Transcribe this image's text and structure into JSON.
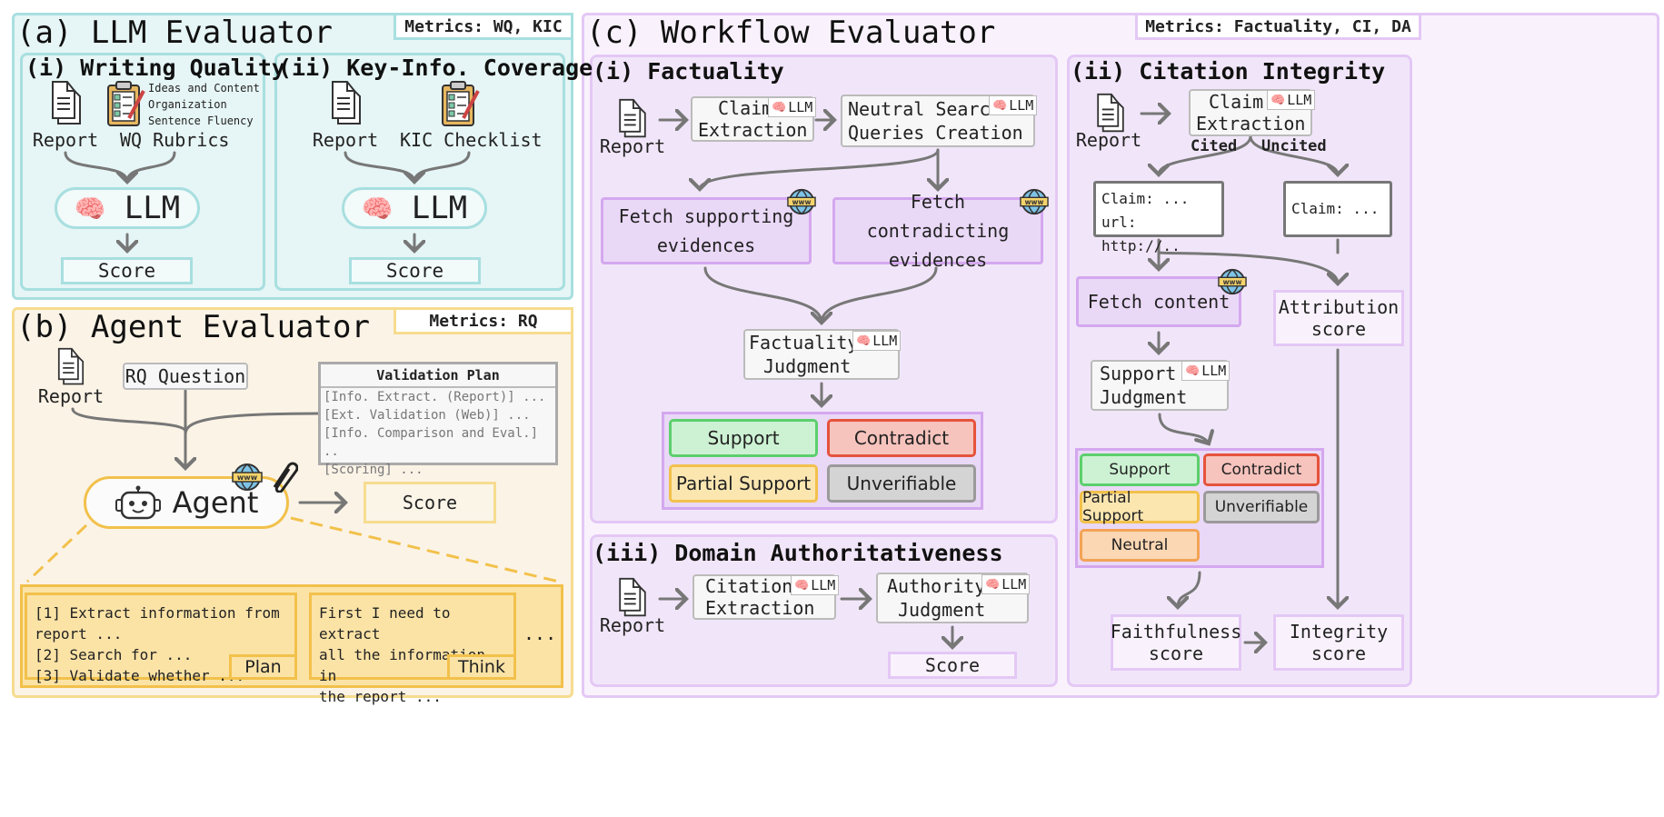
{
  "panel_a": {
    "title": "(a) LLM Evaluator",
    "metrics": "Metrics: WQ, KIC",
    "wq": {
      "title": "(i) Writing Quality",
      "report": "Report",
      "rubrics_label": "WQ Rubrics",
      "rubric_items": [
        "Ideas and Content",
        "Organization",
        "Sentence Fluency"
      ],
      "llm": "LLM",
      "score": "Score"
    },
    "kic": {
      "title": "(ii) Key-Info. Coverage",
      "report": "Report",
      "checklist_label": "KIC Checklist",
      "llm": "LLM",
      "score": "Score"
    }
  },
  "panel_b": {
    "title": "(b) Agent Evaluator",
    "metrics": "Metrics: RQ",
    "report": "Report",
    "question": "RQ Question",
    "plan_title": "Validation Plan",
    "plan_lines": [
      "[Info. Extract. (Report)] ...",
      "[Ext. Validation (Web)] ...",
      "[Info. Comparison and Eval.] ..",
      "[Scoring] ..."
    ],
    "agent": "Agent",
    "score": "Score",
    "plan_step_lines": [
      "[1] Extract information from",
      "report ...",
      "[2] Search for ...",
      "[3] Validate whether ..."
    ],
    "plan_step_label": "Plan",
    "think_step_lines": [
      "First I need to extract",
      "all the information in",
      "the report ..."
    ],
    "think_step_label": "Think",
    "ellipsis": "..."
  },
  "panel_c": {
    "title": "(c) Workflow Evaluator",
    "metrics": "Metrics: Factuality, CI, DA",
    "llm_tag": "LLM",
    "fact": {
      "title": "(i) Factuality",
      "report": "Report",
      "claim_extraction": [
        "Claim",
        "Extraction"
      ],
      "neutral_search": [
        "Neutral Search",
        "Queries Creation"
      ],
      "fetch_supporting": [
        "Fetch supporting",
        "evidences"
      ],
      "fetch_contradicting": [
        "Fetch contradicting",
        "evidences"
      ],
      "judgment": [
        "Factuality",
        "Judgment"
      ],
      "verdicts": [
        "Support",
        "Contradict",
        "Partial Support",
        "Unverifiable"
      ]
    },
    "ci": {
      "title": "(ii) Citation Integrity",
      "report": "Report",
      "claim_extraction": [
        "Claim",
        "Extraction"
      ],
      "cited": "Cited",
      "uncited": "Uncited",
      "cited_box": [
        "Claim: ...",
        "url: http://.."
      ],
      "uncited_box": "Claim: ...",
      "fetch_content": "Fetch content",
      "attribution": [
        "Attribution",
        "score"
      ],
      "support_judgment": [
        "Support",
        "Judgment"
      ],
      "verdicts": [
        "Support",
        "Contradict",
        "Partial Support",
        "Unverifiable",
        "Neutral"
      ],
      "faithfulness": [
        "Faithfulness",
        "score"
      ],
      "integrity": [
        "Integrity",
        "score"
      ]
    },
    "da": {
      "title": "(iii) Domain Authoritativeness",
      "report": "Report",
      "citations_extraction": [
        "Citations",
        "Extraction"
      ],
      "authority_judgment": [
        "Authority",
        "Judgment"
      ],
      "score": "Score"
    }
  }
}
